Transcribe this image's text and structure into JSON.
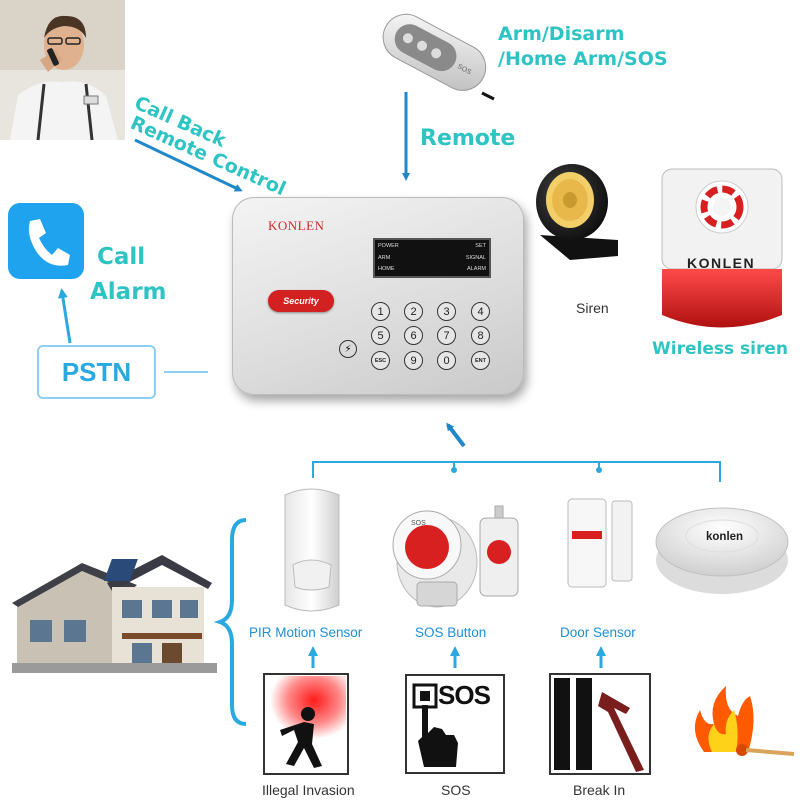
{
  "labels": {
    "arm_disarm_1": "Arm/Disarm",
    "arm_disarm_2": "/Home Arm/SOS",
    "remote": "Remote",
    "call_back_1": "Call Back",
    "call_back_2": "Remote Control",
    "call_1": "Call",
    "call_2": "Alarm",
    "pstn": "PSTN",
    "siren": "Siren",
    "wireless_siren": "Wireless siren",
    "pir": "PIR Motion Sensor",
    "sos_button": "SOS Button",
    "door_sensor": "Door Sensor",
    "illegal_invasion": "Illegal Invasion",
    "sos": "SOS",
    "break_in": "Break In"
  },
  "panel": {
    "brand": "KONLEN",
    "lcd": {
      "power": "POWER",
      "set": "SET",
      "arm": "ARM",
      "signal": "SIGNAL",
      "home": "HOME",
      "alarm": "ALARM"
    },
    "badge": "Security",
    "keys": [
      "1",
      "2",
      "3",
      "4",
      "5",
      "6",
      "7",
      "8",
      "ESC",
      "9",
      "0",
      "ENT"
    ]
  },
  "device_text": {
    "siren_brand": "KONLEN",
    "smoke_brand": "konlen",
    "sos_icon_text": "SOS",
    "sos_pendant_text": "SOS"
  },
  "colors": {
    "label_teal": "#2ec4c4",
    "label_blue": "#1d8fd6",
    "arrow_blue": "#1e88c8",
    "siren_red": "#d81f1f"
  }
}
